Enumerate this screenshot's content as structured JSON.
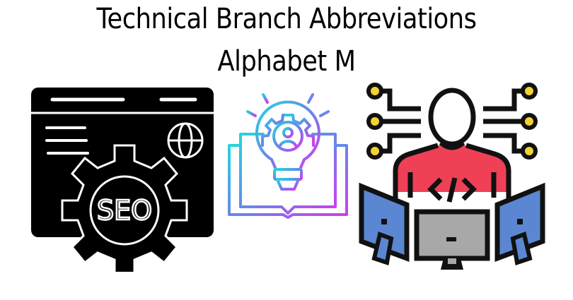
{
  "title": {
    "line1": "Technical Branch Abbreviations",
    "line2": "Alphabet M"
  },
  "icons": [
    {
      "name": "seo-browser-gear-icon",
      "label": "SEO",
      "color": "#000000"
    },
    {
      "name": "lightbulb-book-gear-icon",
      "gradient": [
        "#2ad1e0",
        "#c23cf0"
      ]
    },
    {
      "name": "developer-monitors-icon",
      "colors": {
        "shirt": "#ef4056",
        "monitor_side": "#5b86d1",
        "monitor_center": "#a8a8a8",
        "node": "#f2d230",
        "outline": "#111111"
      },
      "code_symbol": "</>"
    }
  ]
}
